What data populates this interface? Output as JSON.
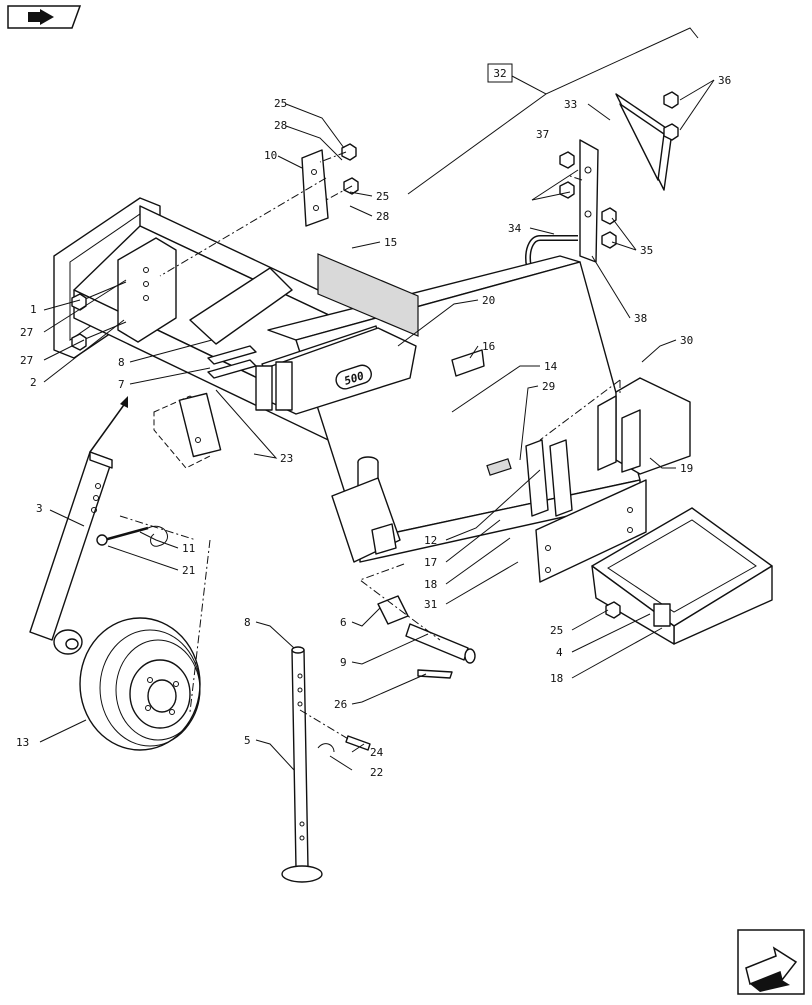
{
  "nav": {
    "back_icon": "back-arrow-icon",
    "next_icon": "next-arrow-icon"
  },
  "decal_text": "500",
  "assembly_box_label": "32",
  "callouts": [
    {
      "id": "c1",
      "label": "1"
    },
    {
      "id": "c2",
      "label": "2"
    },
    {
      "id": "c3",
      "label": "3"
    },
    {
      "id": "c4",
      "label": "4"
    },
    {
      "id": "c5",
      "label": "5"
    },
    {
      "id": "c6",
      "label": "6"
    },
    {
      "id": "c7",
      "label": "7"
    },
    {
      "id": "c8a",
      "label": "8"
    },
    {
      "id": "c8b",
      "label": "8"
    },
    {
      "id": "c9",
      "label": "9"
    },
    {
      "id": "c10",
      "label": "10"
    },
    {
      "id": "c11",
      "label": "11"
    },
    {
      "id": "c12",
      "label": "12"
    },
    {
      "id": "c13",
      "label": "13"
    },
    {
      "id": "c14",
      "label": "14"
    },
    {
      "id": "c15",
      "label": "15"
    },
    {
      "id": "c16",
      "label": "16"
    },
    {
      "id": "c17",
      "label": "17"
    },
    {
      "id": "c18a",
      "label": "18"
    },
    {
      "id": "c18b",
      "label": "18"
    },
    {
      "id": "c19",
      "label": "19"
    },
    {
      "id": "c20",
      "label": "20"
    },
    {
      "id": "c21",
      "label": "21"
    },
    {
      "id": "c22",
      "label": "22"
    },
    {
      "id": "c23",
      "label": "23"
    },
    {
      "id": "c24",
      "label": "24"
    },
    {
      "id": "c25a",
      "label": "25"
    },
    {
      "id": "c25b",
      "label": "25"
    },
    {
      "id": "c25c",
      "label": "25"
    },
    {
      "id": "c26",
      "label": "26"
    },
    {
      "id": "c27a",
      "label": "27"
    },
    {
      "id": "c27b",
      "label": "27"
    },
    {
      "id": "c28a",
      "label": "28"
    },
    {
      "id": "c28b",
      "label": "28"
    },
    {
      "id": "c29",
      "label": "29"
    },
    {
      "id": "c30",
      "label": "30"
    },
    {
      "id": "c31",
      "label": "31"
    },
    {
      "id": "c33",
      "label": "33"
    },
    {
      "id": "c34",
      "label": "34"
    },
    {
      "id": "c35",
      "label": "35"
    },
    {
      "id": "c36",
      "label": "36"
    },
    {
      "id": "c37",
      "label": "37"
    },
    {
      "id": "c38",
      "label": "38"
    }
  ]
}
